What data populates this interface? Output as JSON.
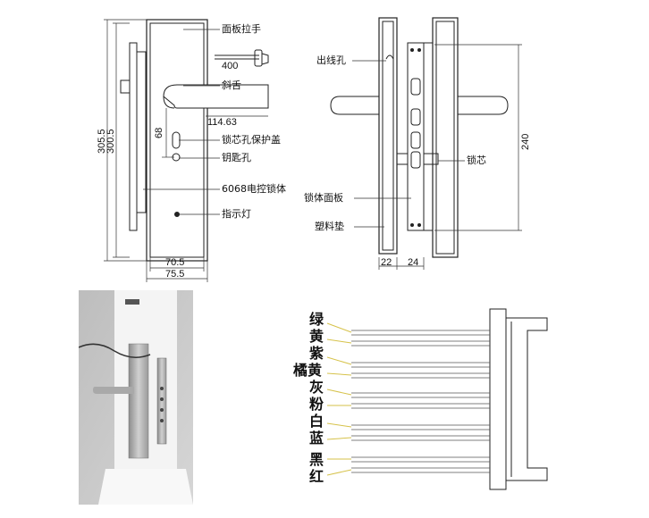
{
  "front_view": {
    "callouts": {
      "panel_handle": "面板拉手",
      "cable_length": "400",
      "latch_bolt": "斜舌",
      "handle_length": "114.63",
      "cylinder_cover": "锁芯孔保护盖",
      "keyhole": "钥匙孔",
      "lock_body": "6068电控锁体",
      "indicator_light": "指示灯"
    },
    "dimensions": {
      "height_outer": "305.5",
      "height_inner": "300.5",
      "handle_to_key": "68",
      "width_inner": "70.5",
      "width_outer": "75.5"
    }
  },
  "side_view": {
    "callouts": {
      "cable_hole": "出线孔",
      "lock_cylinder": "锁芯",
      "lock_faceplate": "锁体面板",
      "plastic_pad": "塑料垫"
    },
    "dimensions": {
      "height": "240",
      "depth_left": "22",
      "depth_right": "24"
    }
  },
  "wiring": {
    "wires": [
      "绿",
      "黄",
      "紫",
      "橘黄",
      "灰",
      "粉",
      "白",
      "蓝",
      "黑",
      "红"
    ]
  }
}
